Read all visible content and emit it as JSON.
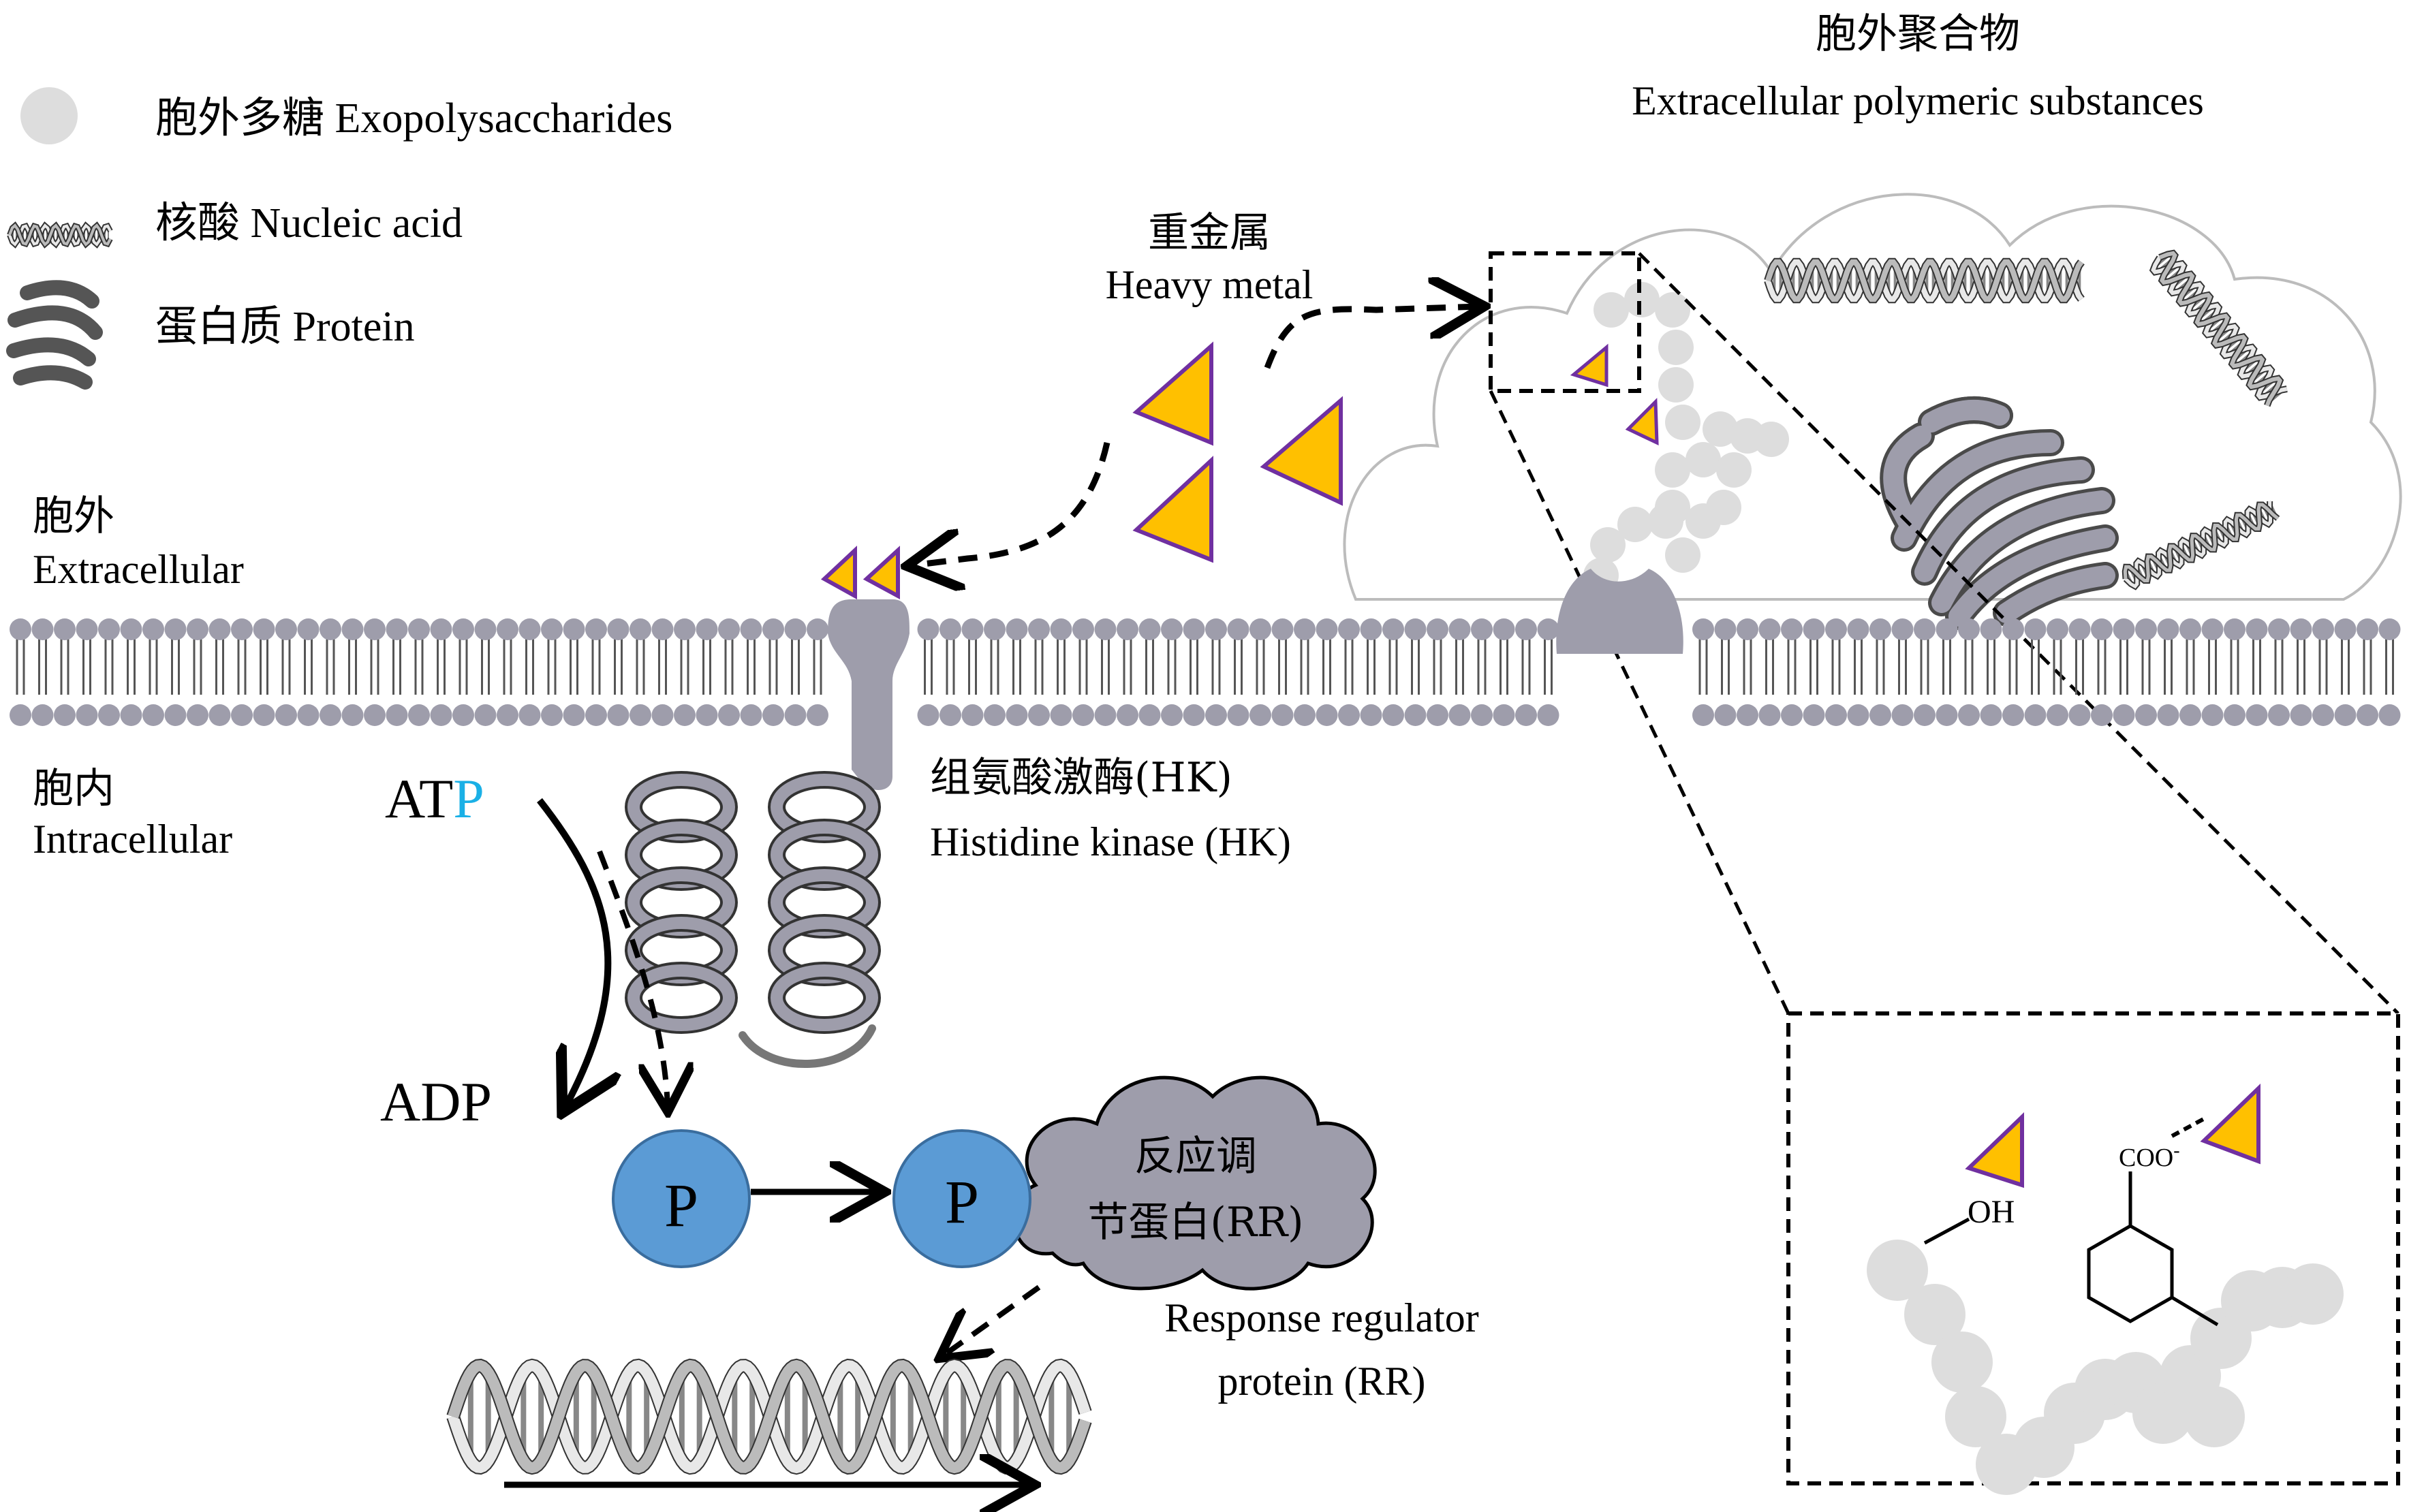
{
  "legend": {
    "exopolysaccharides": "胞外多糖 Exopolysaccharides",
    "nucleic_acid": "核酸 Nucleic acid",
    "protein": "蛋白质 Protein"
  },
  "labels": {
    "eps_cn": "胞外聚合物",
    "eps_en": "Extracellular polymeric substances",
    "heavy_metal_cn": "重金属",
    "heavy_metal_en": "Heavy metal",
    "extracellular_cn": "胞外",
    "extracellular_en": "Extracellular",
    "intracellular_cn": "胞内",
    "intracellular_en": "Intracellular",
    "hk_cn": "组氨酸激酶(HK)",
    "hk_en": "Histidine kinase (HK)",
    "atp_prefix": "AT",
    "atp_p": "P",
    "adp": "ADP",
    "phosphate_1": "P",
    "phosphate_2": "P",
    "rr_cn_line1": "反应调",
    "rr_cn_line2": "节蛋白(RR)",
    "rr_en_line1": "Response regulator",
    "rr_en_line2": "protein (RR)",
    "oh": "OH",
    "coo": "COO"
  },
  "colors": {
    "membrane": "#9e9dab",
    "metal_fill": "#ffc000",
    "metal_stroke": "#7030a0",
    "phosphate": "#5b9bd5",
    "atp_p": "#1ab0e6",
    "polysaccharide": "#dddddd",
    "rr_cloud": "#9e9dab"
  }
}
